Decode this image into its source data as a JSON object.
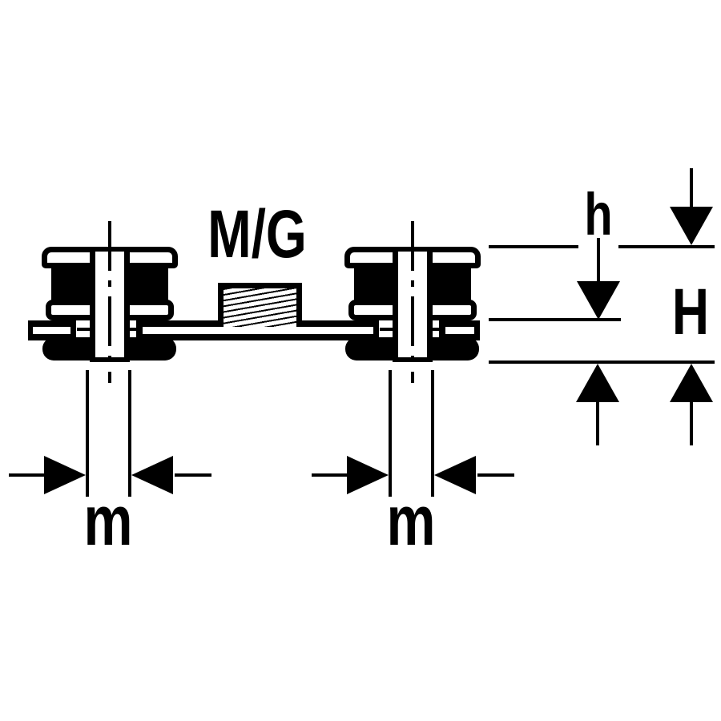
{
  "labels": {
    "thread_type": "M/G",
    "h_small": "h",
    "h_total": "H",
    "m": "m"
  },
  "colors": {
    "ink": "#000000",
    "paper": "#ffffff"
  }
}
